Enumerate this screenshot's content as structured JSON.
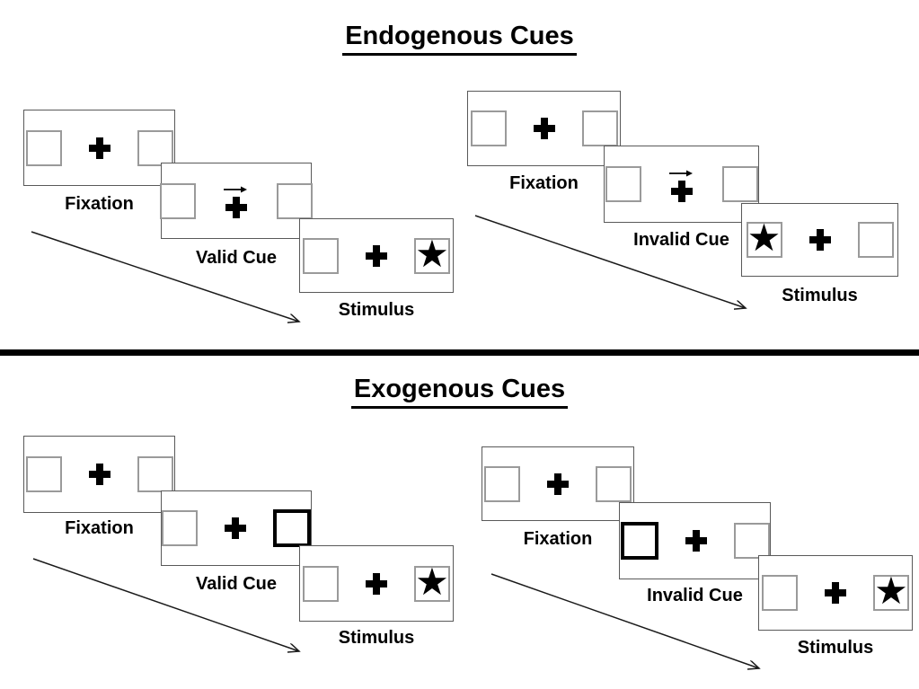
{
  "glyphs": {
    "star": "★"
  },
  "colors": {
    "panel_border": "#595959",
    "placeholder_border": "#9a9a9a",
    "cue_highlight_border": "#000000",
    "divider": "#000000",
    "text": "#000000"
  },
  "endogenous": {
    "title": "Endogenous Cues",
    "valid": {
      "fixation_label": "Fixation",
      "cue_label": "Valid Cue",
      "stimulus_label": "Stimulus",
      "cue_type": "central-arrow-right",
      "stimulus_side": "right"
    },
    "invalid": {
      "fixation_label": "Fixation",
      "cue_label": "Invalid Cue",
      "stimulus_label": "Stimulus",
      "cue_type": "central-arrow-right",
      "stimulus_side": "left"
    }
  },
  "exogenous": {
    "title": "Exogenous Cues",
    "valid": {
      "fixation_label": "Fixation",
      "cue_label": "Valid Cue",
      "stimulus_label": "Stimulus",
      "cue_type": "peripheral-box-right",
      "stimulus_side": "right"
    },
    "invalid": {
      "fixation_label": "Fixation",
      "cue_label": "Invalid Cue",
      "stimulus_label": "Stimulus",
      "cue_type": "peripheral-box-left",
      "stimulus_side": "right"
    }
  }
}
